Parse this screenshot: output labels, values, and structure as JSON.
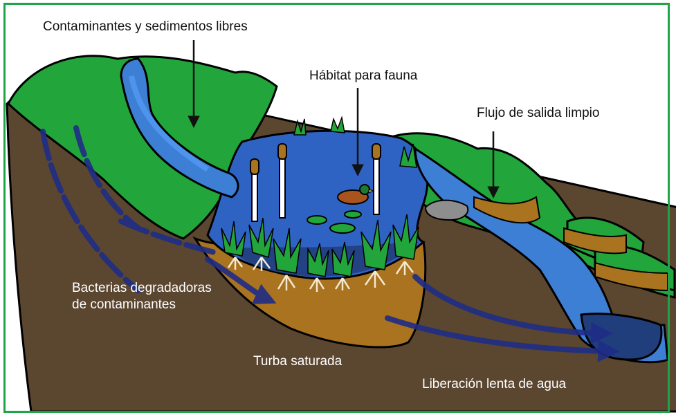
{
  "labels": {
    "pollutants": "Contaminantes y sedimentos libres",
    "habitat": "Hábitat para fauna",
    "outflow": "Flujo de salida limpio",
    "bacteria_line1": "Bacterias degradadoras",
    "bacteria_line2": "de contaminantes",
    "peat": "Turba saturada",
    "slow_release": "Liberación lenta de agua"
  },
  "colors": {
    "frame": "#1ea54a",
    "grass": "#22a53a",
    "soil": "#5b4630",
    "water": "#2f63c3",
    "stream": "#3d7fd4",
    "peat": "#a9731f",
    "flow_arrows": "#1f2d87",
    "root": "#f4ead0"
  }
}
